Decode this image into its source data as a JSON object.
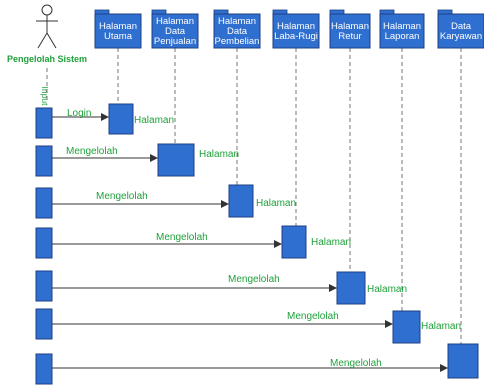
{
  "colors": {
    "box_fill": "#2f6fd0",
    "box_stroke": "#1c3f86",
    "label_green": "#1fa13a",
    "lifeline": "#777777",
    "actor": "#333333"
  },
  "actor": {
    "label": "Pengelolah Sistem",
    "input_label": "Input"
  },
  "objects": [
    {
      "lines": [
        "Halaman",
        "Utama"
      ]
    },
    {
      "lines": [
        "Halaman",
        "Data",
        "Penjualan"
      ]
    },
    {
      "lines": [
        "Halaman",
        "Data",
        "Pembelian"
      ]
    },
    {
      "lines": [
        "Halaman",
        "Laba-Rugi"
      ]
    },
    {
      "lines": [
        "Halaman",
        "Retur"
      ]
    },
    {
      "lines": [
        "Halaman",
        "Laporan"
      ]
    },
    {
      "lines": [
        "Data",
        "Karyawan"
      ]
    }
  ],
  "messages": [
    {
      "label": "Login",
      "target_label": "Halaman"
    },
    {
      "label": "Mengelolah",
      "target_label": "Halaman"
    },
    {
      "label": "Mengelolah",
      "target_label": "Halaman"
    },
    {
      "label": "Mengelolah",
      "target_label": "Halaman"
    },
    {
      "label": "Mengelolah",
      "target_label": "Halaman"
    },
    {
      "label": "Mengelolah",
      "target_label": "Halaman"
    },
    {
      "label": "Mengelolah",
      "target_label": ""
    }
  ]
}
